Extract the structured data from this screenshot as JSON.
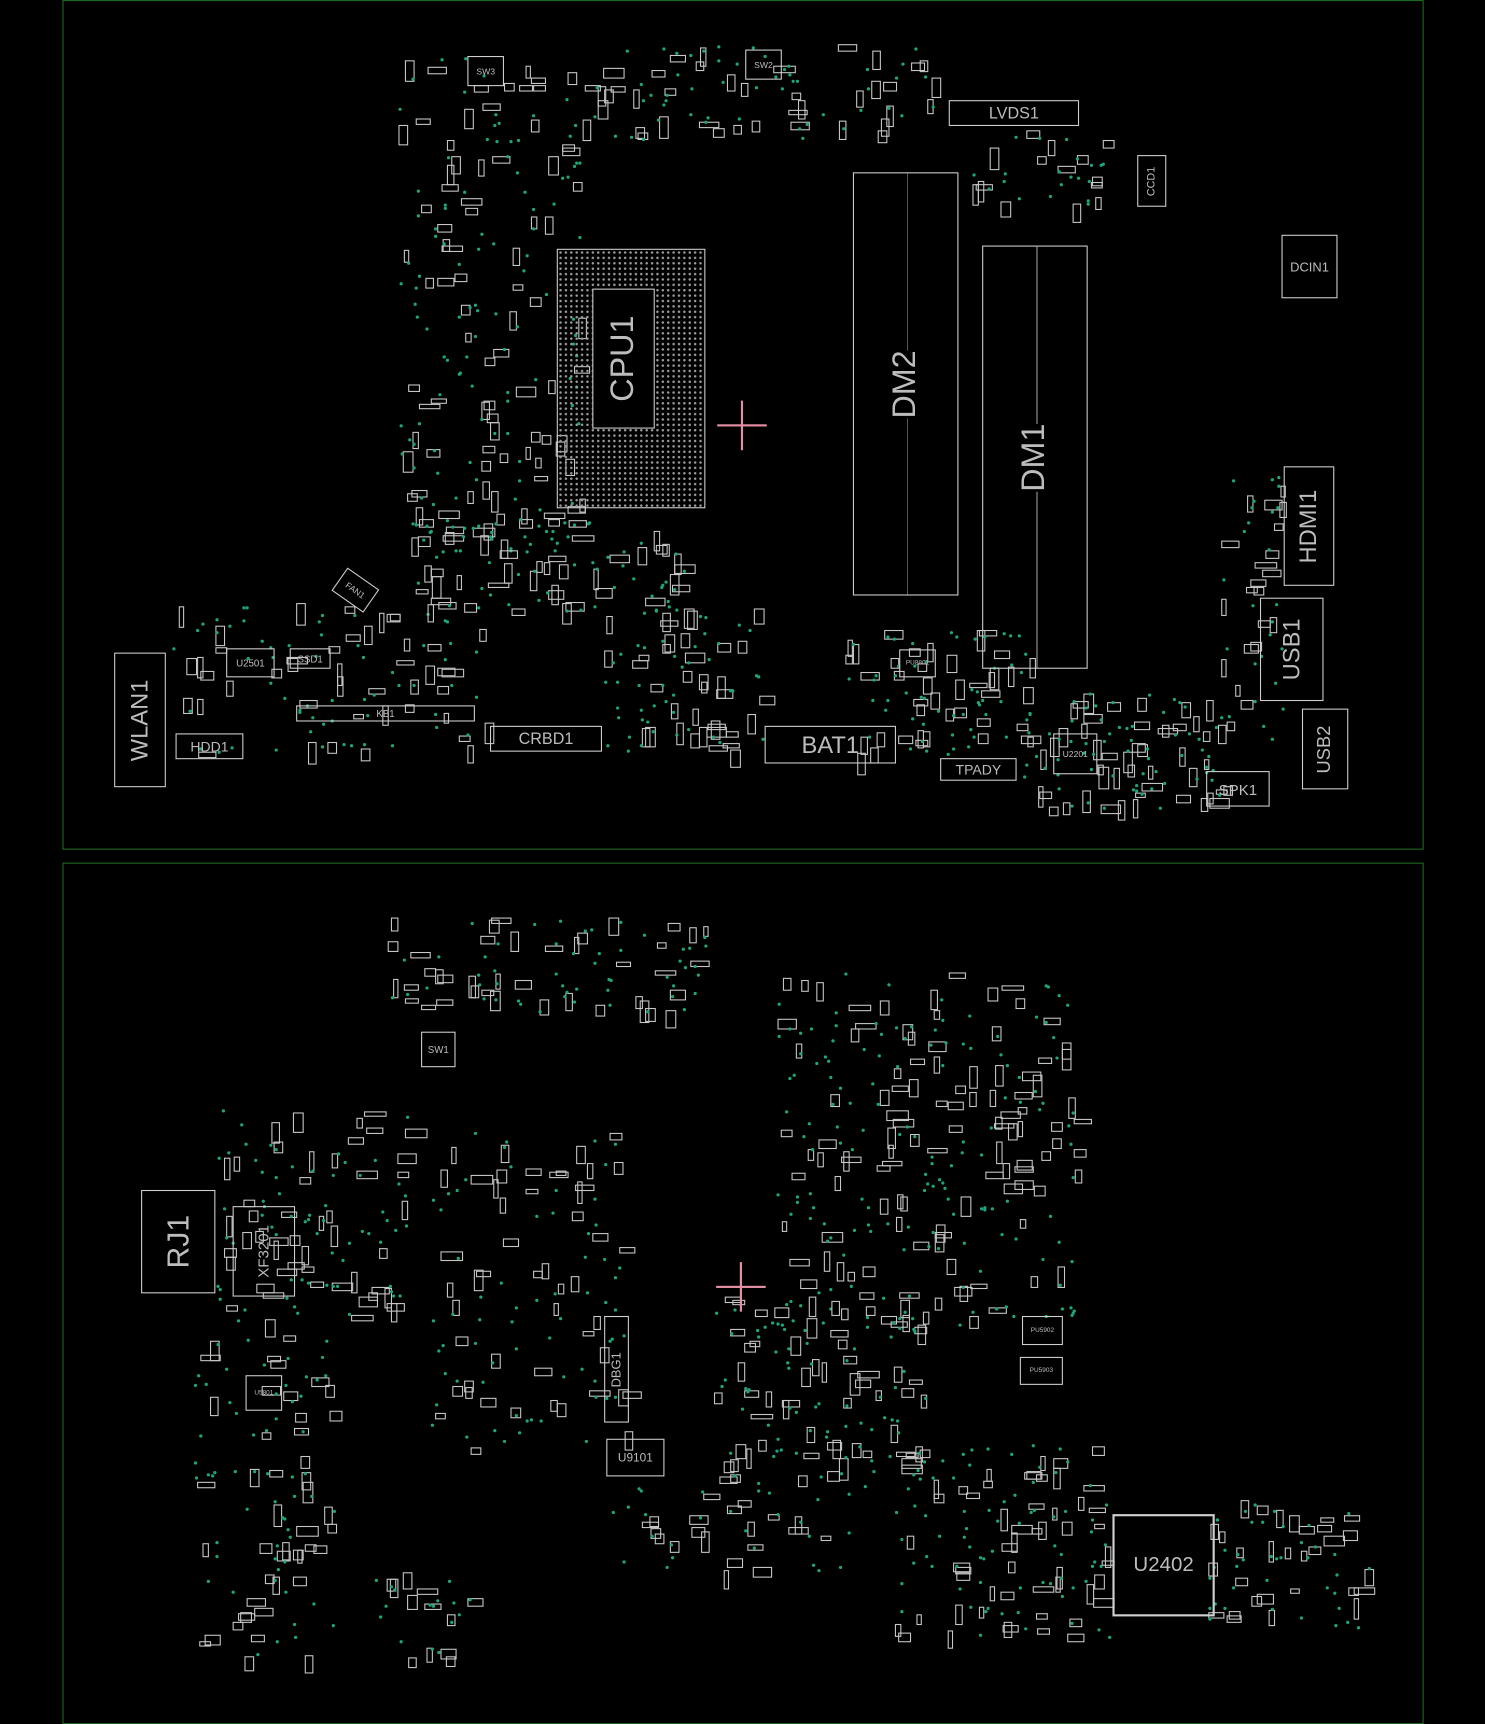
{
  "top_board": {
    "components": {
      "cpu": "CPU1",
      "dimm2": "DM2",
      "dimm1": "DM1",
      "lvds": "LVDS1",
      "camera": "CCD1",
      "dc_in": "DCIN1",
      "hdmi": "HDMI1",
      "usb1": "USB1",
      "usb2": "USB2",
      "speaker": "SPK1",
      "touchpad": "TPADY",
      "u2201": "U2201",
      "battery": "BAT1",
      "card_reader": "CRBD1",
      "keyboard": "KB1",
      "hdd": "HDD1",
      "wlan": "WLAN1",
      "u2501": "U2501",
      "ssd": "SSD1",
      "fan": "FAN1",
      "sw3": "SW3",
      "sw2": "SW2",
      "pu8801": "PU8801"
    }
  },
  "bottom_board": {
    "components": {
      "sw1": "SW1",
      "rj45": "RJ1",
      "transformer": "XF3201",
      "debug": "DBG1",
      "u9101": "U9101",
      "u2402": "U2402",
      "pu5902": "PU5902",
      "pu5903": "PU5903",
      "u5801": "U5801"
    }
  },
  "colors": {
    "board_outline": "#1f6a1f",
    "outline": "#cfcfcf",
    "via": "#1fa57e",
    "cursor": "#e58fa4"
  }
}
